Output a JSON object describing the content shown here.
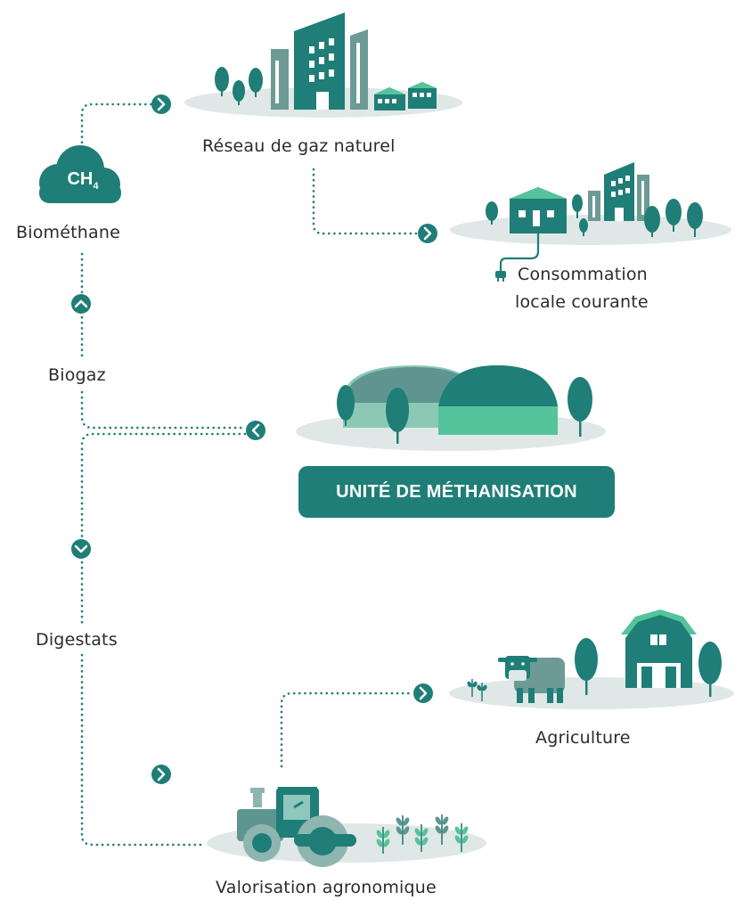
{
  "labels": {
    "biomethane": "Biométhane",
    "biogaz": "Biogaz",
    "digestats": "Digestats",
    "reseau": "Réseau de gaz naturel",
    "consommation_line1": "Consommation",
    "consommation_line2": "locale courante",
    "unite": "UNITÉ DE MÉTHANISATION",
    "agriculture": "Agriculture",
    "valorisation": "Valorisation agronomique",
    "ch4_main": "CH",
    "ch4_sub": "4"
  },
  "colors": {
    "teal_dark": "#1f7e77",
    "teal_mid": "#2f8f87",
    "green_light": "#55c39b",
    "ground": "#dfe8e6",
    "grey_teal": "#6d9a95",
    "dots": "#1f7e77"
  }
}
